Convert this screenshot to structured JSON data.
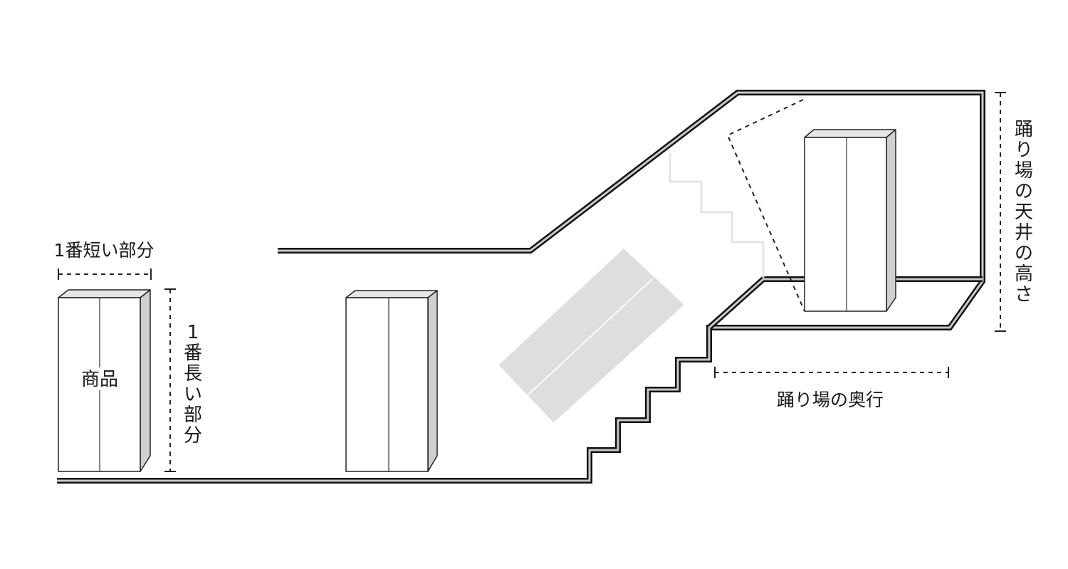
{
  "labels": {
    "shortest_side": "1番短い部分",
    "longest_side": [
      "1",
      "番",
      "長",
      "い",
      "部",
      "分"
    ],
    "product": "商品",
    "landing_ceiling_height": [
      "踊",
      "り",
      "場",
      "の",
      "天",
      "井",
      "の",
      "高",
      "さ"
    ],
    "landing_depth": "踊り場の奥行"
  },
  "colors": {
    "wall_outline": "#111111",
    "wall_fill": "#c8c8c8",
    "box_side": "#d0d0d0",
    "box_top": "#e6e6e6",
    "ghost_box": "#dedede"
  }
}
